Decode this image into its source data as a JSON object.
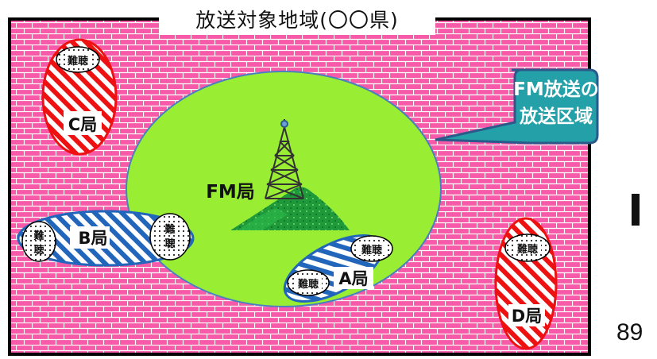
{
  "diagram": {
    "title": "放送対象地域(〇〇県)",
    "page_number": "89",
    "callout": {
      "line1": "FM放送の",
      "line2": "放送区域"
    },
    "fm_station": {
      "label": "FM局"
    },
    "stations": [
      {
        "id": "a",
        "label": "A局"
      },
      {
        "id": "b",
        "label": "B局"
      },
      {
        "id": "c",
        "label": "C局"
      },
      {
        "id": "d",
        "label": "D局"
      }
    ],
    "difficult_reception": {
      "label": "難聴",
      "vertical_top": "難",
      "vertical_bottom": "聴"
    },
    "colors": {
      "region_brick_fill": "#f75aa9",
      "region_brick_line": "#ffffff",
      "region_border": "#000000",
      "fm_coverage": "#99ee33",
      "fm_coverage_border": "#4a7fc0",
      "red_stripe": "#ee1111",
      "blue_stripe": "#2266bb",
      "callout_fill": "#23a0a8",
      "callout_border": "#2b5a8a",
      "mountain": "#1f9a3a"
    }
  }
}
